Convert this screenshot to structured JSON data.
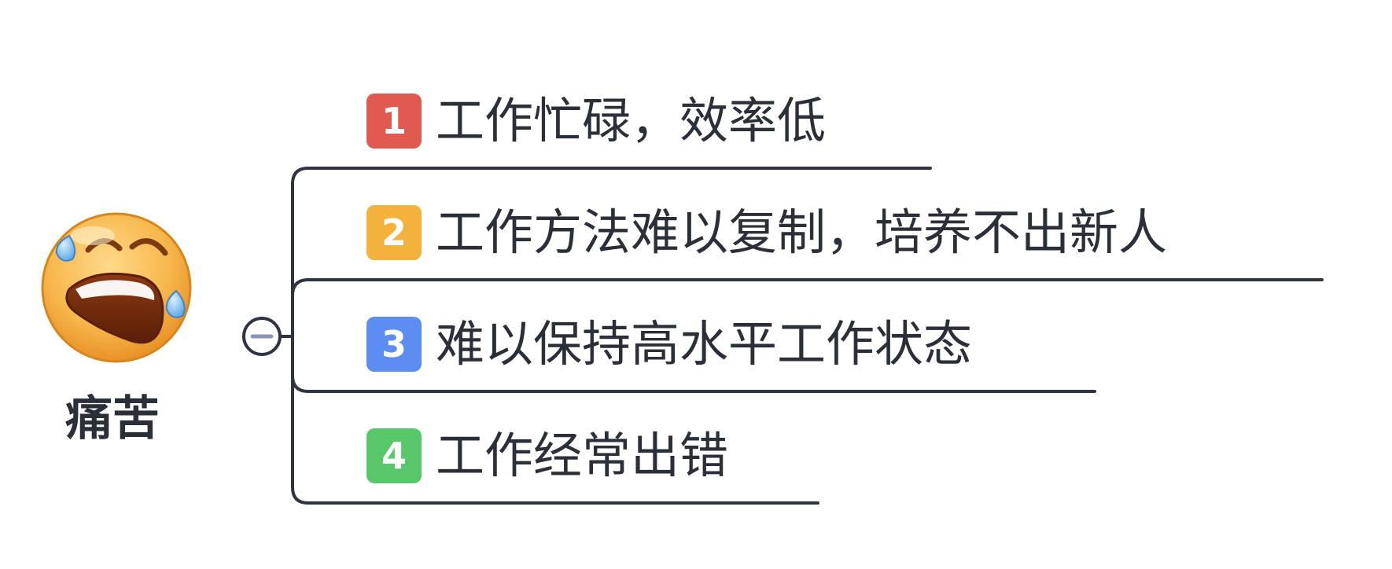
{
  "root": {
    "icon": "crying-face-emoji",
    "label": "痛苦"
  },
  "collapse_toggle": {
    "icon": "minus-icon"
  },
  "branches": [
    {
      "number": "1",
      "label": "工作忙碌，效率低",
      "badge_color": "#e05a4f"
    },
    {
      "number": "2",
      "label": "工作方法难以复制，培养不出新人",
      "badge_color": "#f3b23b"
    },
    {
      "number": "3",
      "label": "难以保持高水平工作状态",
      "badge_color": "#5b8ef0"
    },
    {
      "number": "4",
      "label": "工作经常出错",
      "badge_color": "#57c76a"
    }
  ],
  "colors": {
    "connector": "#2f3440",
    "text": "#2b2f38"
  }
}
